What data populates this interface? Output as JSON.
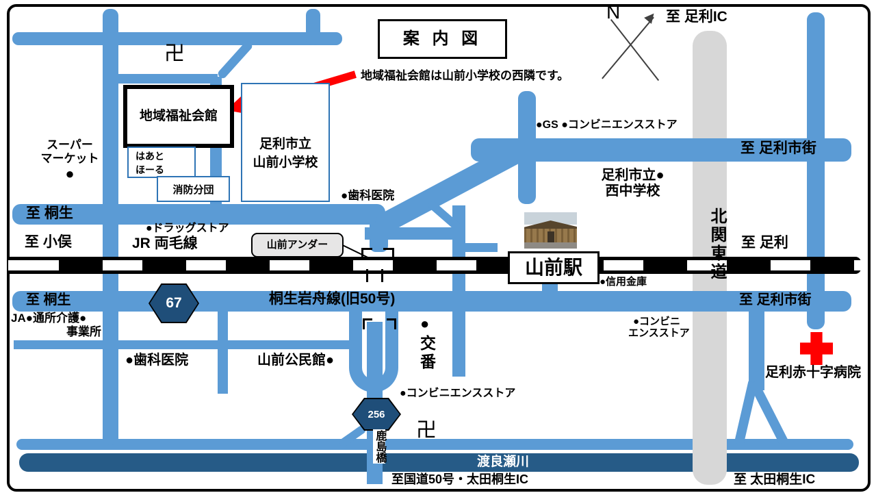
{
  "title": "案 内 図",
  "note": "地域福祉会館は山前小学校の西隣です。",
  "compass": {
    "north": "N"
  },
  "destinations": {
    "ashikaga_ic": "至 足利IC",
    "ashikaga_city_north": "至 足利市街",
    "ashikaga": "至 足利",
    "ashikaga_city_south": "至 足利市街",
    "kiryu_north": "至 桐生",
    "omata": "至 小俣",
    "kiryu_south": "至 桐生",
    "route50_ota_kiryu_ic": "至国道50号・太田桐生IC",
    "ota_kiryu_ic": "至 太田桐生IC"
  },
  "roads": {
    "jr_ryomo": "JR 両毛線",
    "kiryu_iwafune": "桐生岩舟線(旧50号)",
    "kita_kanto_expwy": "北関東道",
    "route_67": "67",
    "route_256": "256",
    "yamamae_underpass": "山前アンダー",
    "kashima_bridge": "鹿島橋",
    "watarase_river": "渡良瀬川"
  },
  "places": {
    "welfare_hall": "地域福祉会館",
    "heart_hall_line1": "はあと",
    "heart_hall_line2": "ほーる",
    "fire_brigade": "消防分団",
    "elementary_line1": "足利市立",
    "elementary_line2": "山前小学校",
    "junior_high_line1": "足利市立●",
    "junior_high_line2": "西中学校",
    "station": "山前駅",
    "hospital": "足利赤十字病院",
    "community_center": "山前公民館●",
    "police_dot": "●",
    "police": "交番",
    "supermarket_line1": "スーパー",
    "supermarket_line2": "マーケット",
    "supermarket_dot": "●",
    "drugstore": "●ドラッグストア",
    "dental_north": "●歯科医院",
    "dental_south": "●歯科医院",
    "gs_convenience": "●GS ●コンビニエンスストア",
    "shinkin_bank": "●信用金庫",
    "convenience_south": "●コンビニエンスストア",
    "convenience_east_line1": "●コンビニ",
    "convenience_east_line2": "エンスストア",
    "ja_line1": "JA●通所介護●",
    "ja_line2": "事業所",
    "temple_north": "卍",
    "temple_south": "卍"
  },
  "colors": {
    "road": "#5B9BD5",
    "river": "#265B87",
    "badge": "#1F4E79",
    "expressway": "#D7D7D7",
    "arrow": "#FF0000",
    "cross": "#FF0000",
    "railway": "#000000"
  }
}
